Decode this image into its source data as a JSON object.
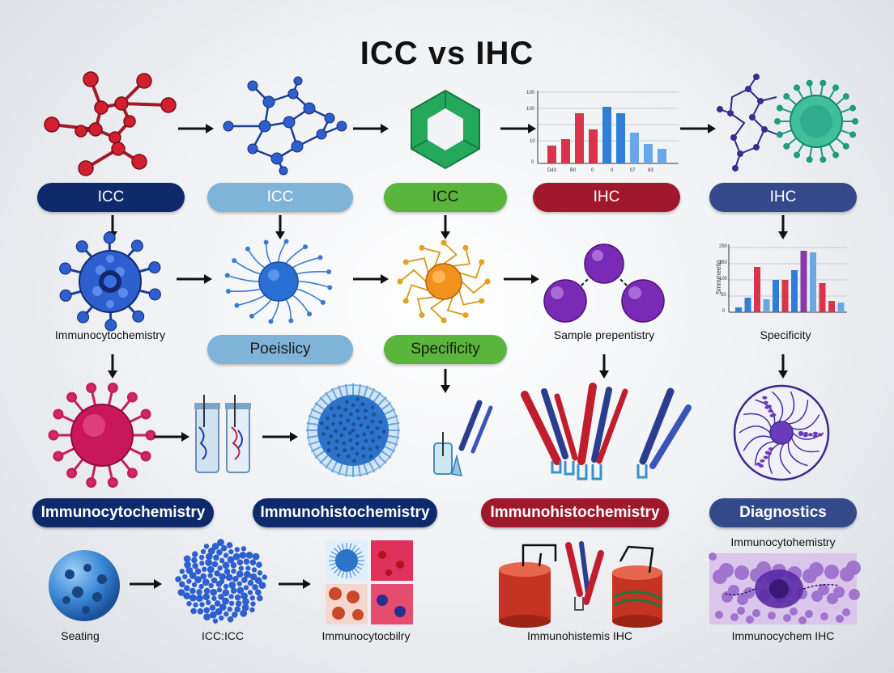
{
  "title": "ICC vs IHC",
  "colors": {
    "navy": "#0f2a6b",
    "light_blue": "#7fb3d8",
    "green": "#5ab53c",
    "crimson": "#a0182b",
    "slate": "#34498a"
  },
  "row1_labels": [
    "ICC",
    "ICC",
    "ICC",
    "IHC",
    "IHC"
  ],
  "row2": {
    "captions": [
      "Immunocytochemistry",
      "Sample prepentistry",
      "Specificity"
    ],
    "pills": [
      "Poeislicy",
      "Specificity"
    ]
  },
  "row3_labels": [
    "Immunocytochemistry",
    "Immunohistochemistry",
    "Immunohistochemistry",
    "Diagnostics"
  ],
  "row4": {
    "captions": [
      "Seating",
      "ICC:ICC",
      "Immunocytocbilry",
      "Immunohistemis IHC",
      "Immunocytohemistry",
      "Immunocychem IHC"
    ]
  },
  "charts": {
    "top_axis_labels": [
      "100",
      "100",
      "10",
      "0"
    ],
    "top_x_labels": [
      "D43",
      "B0",
      "0",
      "0",
      "07",
      "83"
    ],
    "right_axis_label": "Smmmeetig",
    "right_y_labels": [
      "250",
      "150",
      "100",
      "50",
      "0"
    ]
  },
  "icons": [
    "molecule-red-icon",
    "molecule-blue-network-icon",
    "hexagon-ring-icon",
    "bar-chart-icon",
    "virus-green-icon",
    "virus-blue-icon",
    "neuron-blue-icon",
    "neuron-orange-icon",
    "molecule-purple-icon",
    "bar-chart-small-icon",
    "virus-pink-icon",
    "test-tubes-icon",
    "cell-blue-icon",
    "pipette-icon",
    "antibody-icon",
    "cell-purple-icon",
    "sphere-blue-icon",
    "nanoparticle-cluster-icon",
    "tissue-grid-icon",
    "cylinder-probe-icon",
    "micrograph-icon"
  ]
}
